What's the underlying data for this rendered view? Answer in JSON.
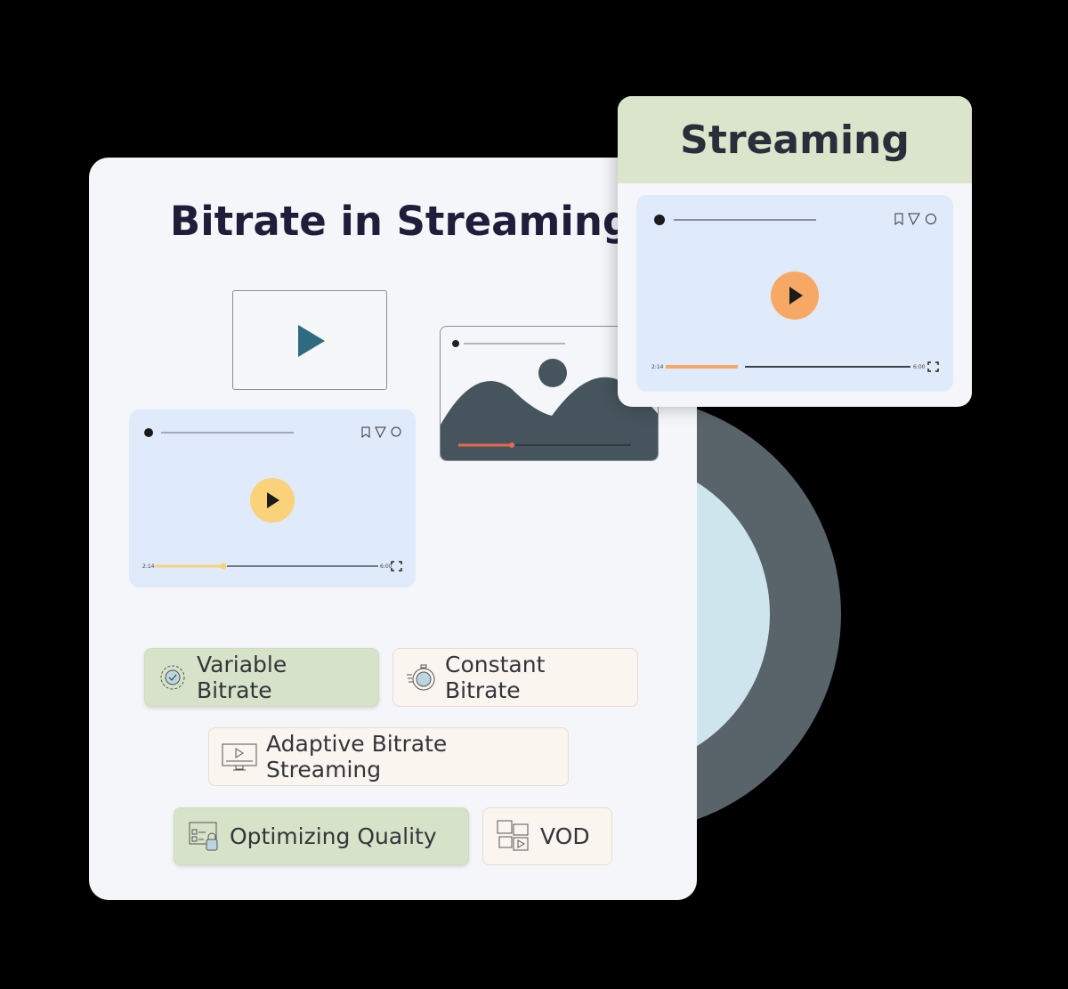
{
  "title": "Bitrate in Streaming",
  "streaming_card": {
    "title": "Streaming"
  },
  "players": {
    "left": {
      "current_time": "2:14",
      "duration": "6:00",
      "progress": 0.31,
      "accent": "#f9d27a"
    },
    "right": {
      "current_time": "2:14",
      "duration": "6:00",
      "progress": 0.3,
      "accent": "#f8a865"
    },
    "image_card": {
      "progress": 0.3,
      "accent": "#e8694e"
    }
  },
  "chips": [
    {
      "label": "Variable Bitrate",
      "icon": "gear-check-icon"
    },
    {
      "label": "Constant Bitrate",
      "icon": "stopwatch-icon"
    },
    {
      "label": "Adaptive Bitrate Streaming",
      "icon": "monitor-play-icon"
    },
    {
      "label": "Optimizing Quality",
      "icon": "checklist-lock-icon"
    },
    {
      "label": "VOD",
      "icon": "media-chat-icon"
    }
  ]
}
